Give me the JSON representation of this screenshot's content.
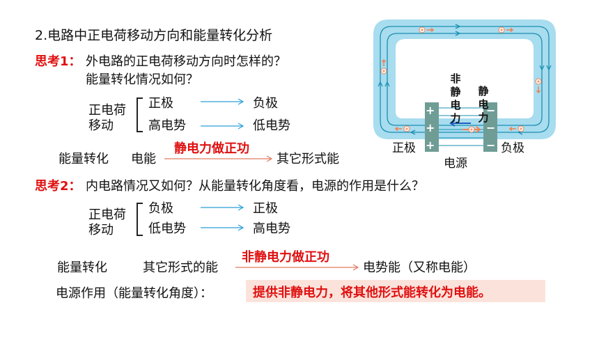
{
  "section": {
    "title": "2.电路中正电荷移动方向和能量转化分析"
  },
  "think1": {
    "label": "思考1：",
    "question1": "外电路的正电荷移动方向时怎样的？",
    "question2": "能量转化情况如何？",
    "move_label": "正电荷移动",
    "row1_from": "正极",
    "row1_to": "负极",
    "row2_from": "高电势",
    "row2_to": "低电势",
    "energy_label": "能量转化",
    "energy_from": "电能",
    "energy_arrow": "静电力做正功",
    "energy_to": "其它形式能"
  },
  "think2": {
    "label": "思考2：",
    "question": "内电路情况又如何？从能量转化角度看，电源的作用是什么？",
    "move_label": "正电荷移动",
    "row1_from": "负极",
    "row1_to": "正极",
    "row2_from": "低电势",
    "row2_to": "高电势",
    "energy_label": "能量转化",
    "energy_from": "其它形式的能",
    "energy_arrow": "非静电力做正功",
    "energy_to": "电势能（又称电能）",
    "role_label": "电源作用（能量转化角度）：",
    "role_answer": "提供非静电力，将其他形式能转化为电能。"
  },
  "diagram": {
    "non_static_force": "非静电力",
    "static_force": "静电力",
    "positive_pole": "正极",
    "negative_pole": "负极",
    "source": "电源",
    "plus_sign": "+",
    "minus_sign": "−",
    "colors": {
      "frame": "#a8dcef",
      "wire": "#1a8fb0",
      "arrow": "#f08050",
      "plate": "#6f9d96",
      "force_arrow": "#2060c0"
    }
  },
  "colors": {
    "emphasis": "#e01010",
    "arrow": "#2a9fd8",
    "highlight": "#fbe3dc"
  }
}
